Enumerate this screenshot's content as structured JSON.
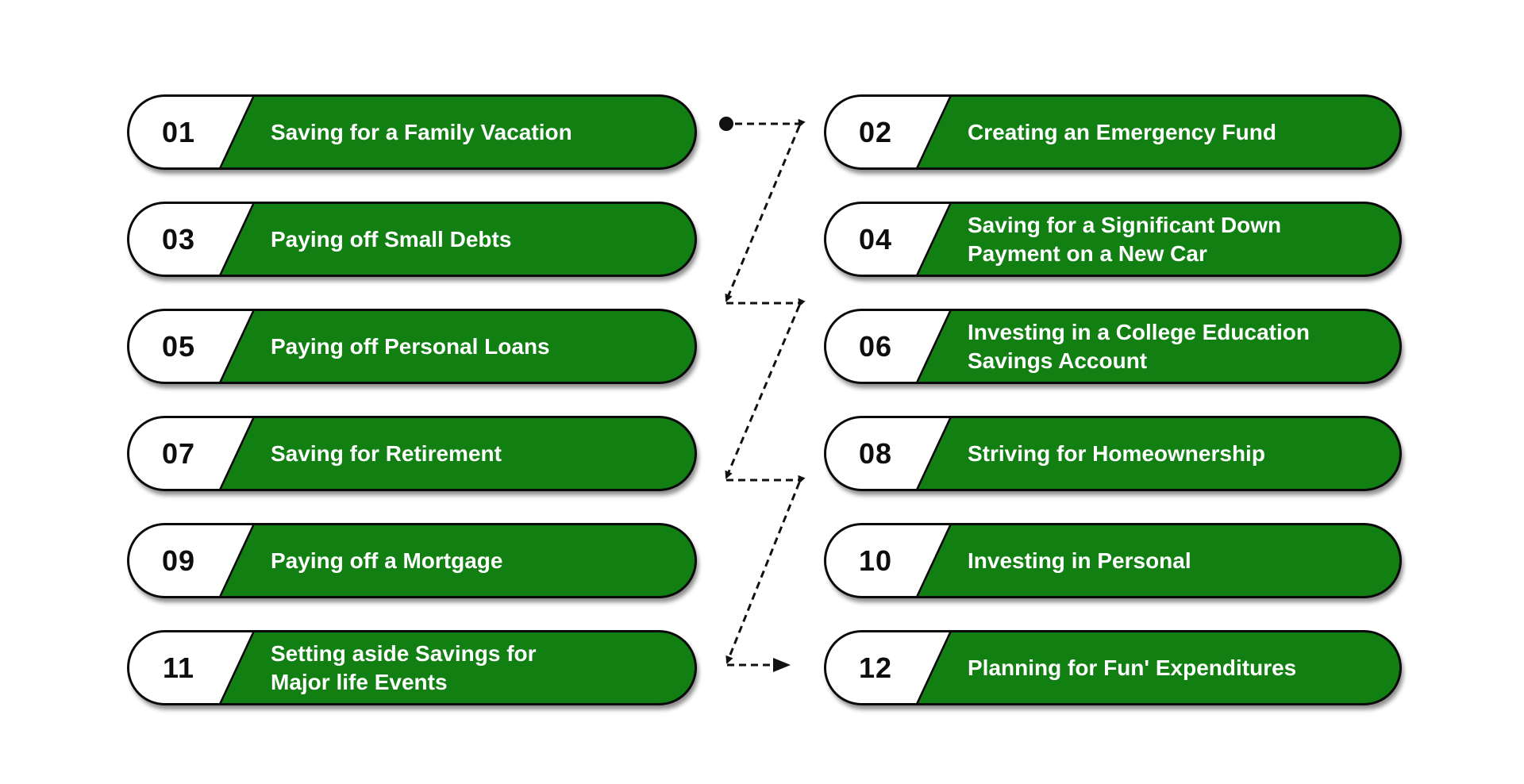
{
  "colors": {
    "pill_green": "#117f12",
    "outline": "#0a0a0a",
    "number_text": "#0d0d0d",
    "label_text": "#ffffff",
    "connector": "#111111"
  },
  "items": [
    {
      "number": "01",
      "line1": "Saving for a Family Vacation",
      "line2": ""
    },
    {
      "number": "02",
      "line1": "Creating an Emergency Fund",
      "line2": ""
    },
    {
      "number": "03",
      "line1": "Paying off Small Debts",
      "line2": ""
    },
    {
      "number": "04",
      "line1": "Saving for a Significant Down",
      "line2": "Payment on a New Car"
    },
    {
      "number": "05",
      "line1": "Paying off Personal Loans",
      "line2": ""
    },
    {
      "number": "06",
      "line1": "Investing in a College Education",
      "line2": "Savings Account"
    },
    {
      "number": "07",
      "line1": "Saving for Retirement",
      "line2": ""
    },
    {
      "number": "08",
      "line1": "Striving for Homeownership",
      "line2": ""
    },
    {
      "number": "09",
      "line1": "Paying off a Mortgage",
      "line2": ""
    },
    {
      "number": "10",
      "line1": "Investing in Personal",
      "line2": ""
    },
    {
      "number": "11",
      "line1": "Setting aside Savings for",
      "line2": "Major life Events"
    },
    {
      "number": "12",
      "line1": "Planning for Fun' Expenditures",
      "line2": ""
    }
  ],
  "connector": {
    "style": "dashed-zigzag",
    "start_marker": "dot",
    "end_marker": "arrow"
  }
}
